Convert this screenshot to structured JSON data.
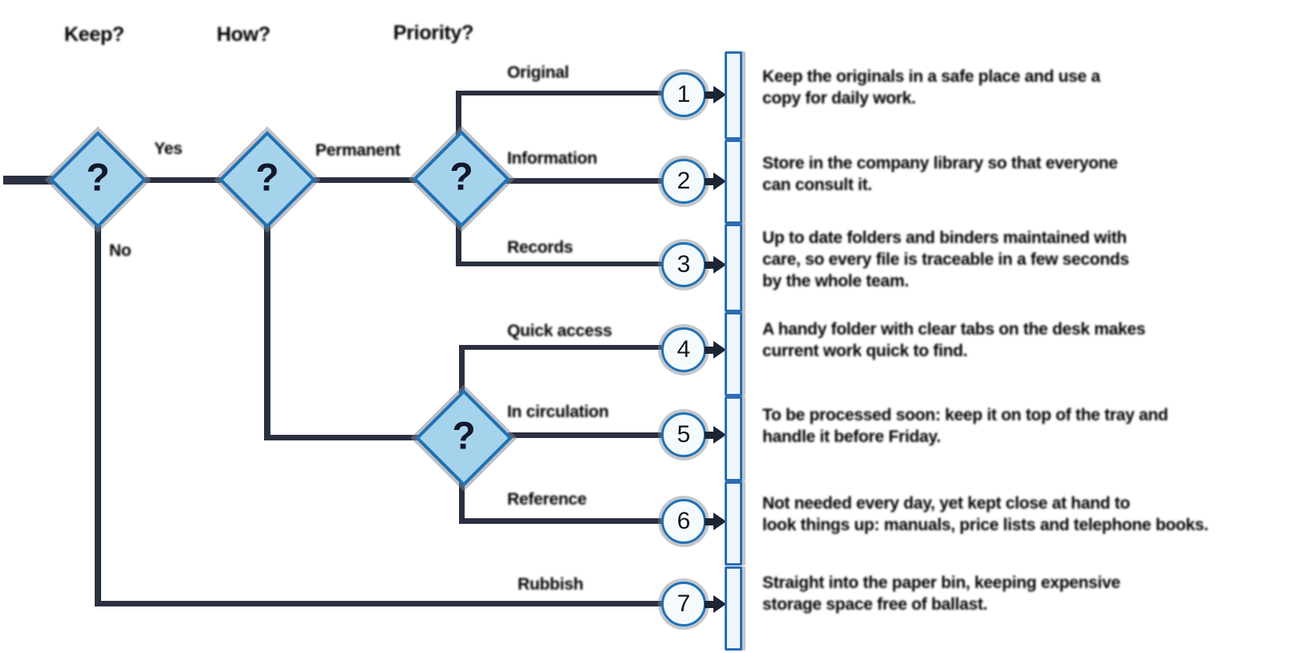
{
  "flowchart": {
    "columns": {
      "c1": "Keep?",
      "c2": "How?",
      "c3": "Priority?"
    },
    "decision_mark": "?",
    "branches": {
      "yes": "Yes",
      "no": "No",
      "permanent": "Permanent",
      "original": "Original",
      "information": "Information",
      "records": "Records",
      "quick_access": "Quick access",
      "in_circulation": "In circulation",
      "reference": "Reference",
      "rubbish": "Rubbish"
    },
    "outcomes": [
      {
        "number": "1",
        "lines": [
          "Keep the originals in a safe place and use a",
          "copy for daily work."
        ]
      },
      {
        "number": "2",
        "lines": [
          "Store in the company library so that everyone",
          "can consult it."
        ]
      },
      {
        "number": "3",
        "lines": [
          "Up to date folders and binders maintained with",
          "care, so every file is traceable in a few seconds",
          "by the whole team."
        ]
      },
      {
        "number": "4",
        "lines": [
          "A handy folder with clear tabs on the desk makes",
          "current work quick to find."
        ]
      },
      {
        "number": "5",
        "lines": [
          "To be processed soon: keep it on top of the tray and",
          "handle it before Friday."
        ]
      },
      {
        "number": "6",
        "lines": [
          "Not needed every day, yet kept close at hand to",
          "look things up: manuals, price lists and telephone books."
        ]
      },
      {
        "number": "7",
        "lines": [
          "Straight into the paper bin, keeping expensive",
          "storage space free of ballast."
        ]
      }
    ],
    "colors": {
      "diamond_fill": "#a6d3ec",
      "node_border": "#2171b5",
      "connector_line": "#2b3040",
      "shelf_fill": "#eef6fb",
      "text": "#050608"
    }
  }
}
